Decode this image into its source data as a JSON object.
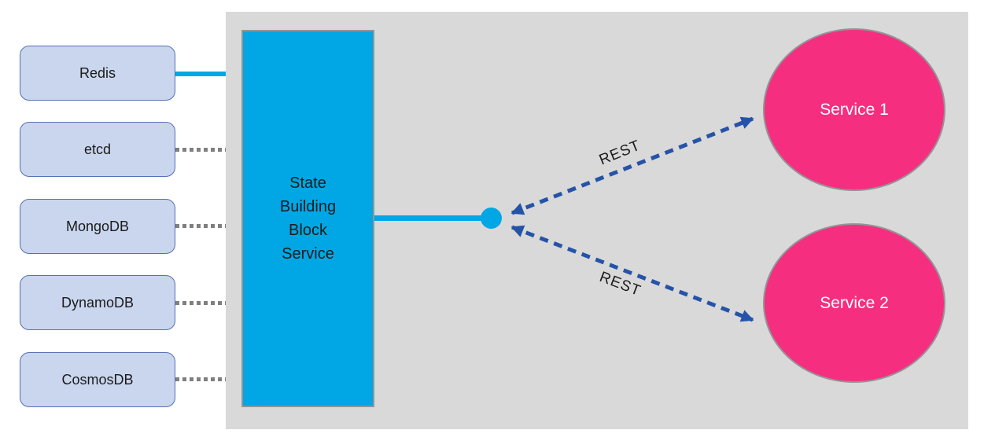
{
  "colors": {
    "panel-bg": "#d9d9d9",
    "store-fill": "#c9d6ee",
    "store-border": "#5570b4",
    "accent-cyan": "#00a7e4",
    "service-pink": "#f62e80",
    "arrow-blue": "#2553a8",
    "dotted-gray": "#7f7f7f",
    "shape-border-gray": "#949494",
    "text-dark": "#1b1b1b",
    "text-light": "#ffffff"
  },
  "stores": [
    {
      "label": "Redis",
      "connection": "solid"
    },
    {
      "label": "etcd",
      "connection": "dotted"
    },
    {
      "label": "MongoDB",
      "connection": "dotted"
    },
    {
      "label": "DynamoDB",
      "connection": "dotted"
    },
    {
      "label": "CosmosDB",
      "connection": "dotted"
    }
  ],
  "block": {
    "title": "State Building Block Service"
  },
  "arrows": [
    {
      "label": "REST"
    },
    {
      "label": "REST"
    }
  ],
  "services": [
    {
      "label": "Service 1"
    },
    {
      "label": "Service 2"
    }
  ]
}
